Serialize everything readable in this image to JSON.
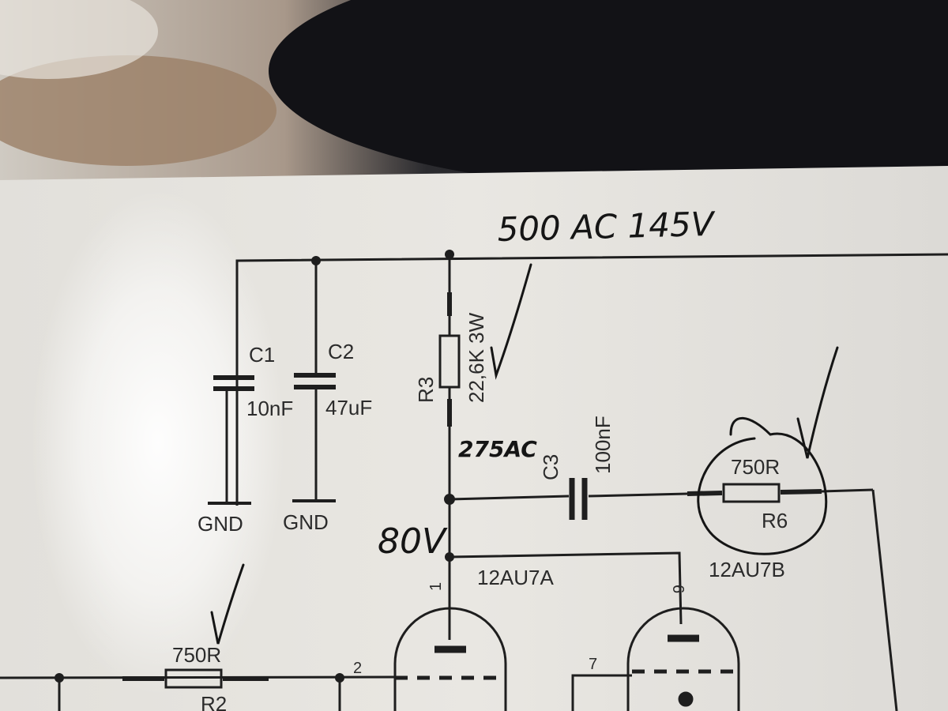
{
  "handwritten": {
    "top_note": "500 AC 145V",
    "node_note": "275AC",
    "voltage_note": "80V"
  },
  "components": {
    "c1": {
      "ref": "C1",
      "value": "10nF"
    },
    "c2": {
      "ref": "C2",
      "value": "47uF"
    },
    "r3": {
      "ref": "R3",
      "value": "22,6K 3W"
    },
    "c3": {
      "ref": "C3",
      "value": "100nF"
    },
    "r6": {
      "ref": "R6",
      "value": "750R"
    },
    "r2": {
      "ref": "R2",
      "value": "750R"
    }
  },
  "grounds": [
    "GND",
    "GND"
  ],
  "tubes": {
    "a": {
      "name": "12AU7A",
      "pin_top": "1",
      "pin_grid": "2"
    },
    "b": {
      "name": "12AU7B",
      "pin_top": "6",
      "pin_grid": "7"
    }
  },
  "colors": {
    "paper": "#eceae4",
    "ink": "#1e1e1e",
    "hand_ink": "#151515",
    "background_dark": "#141416"
  }
}
